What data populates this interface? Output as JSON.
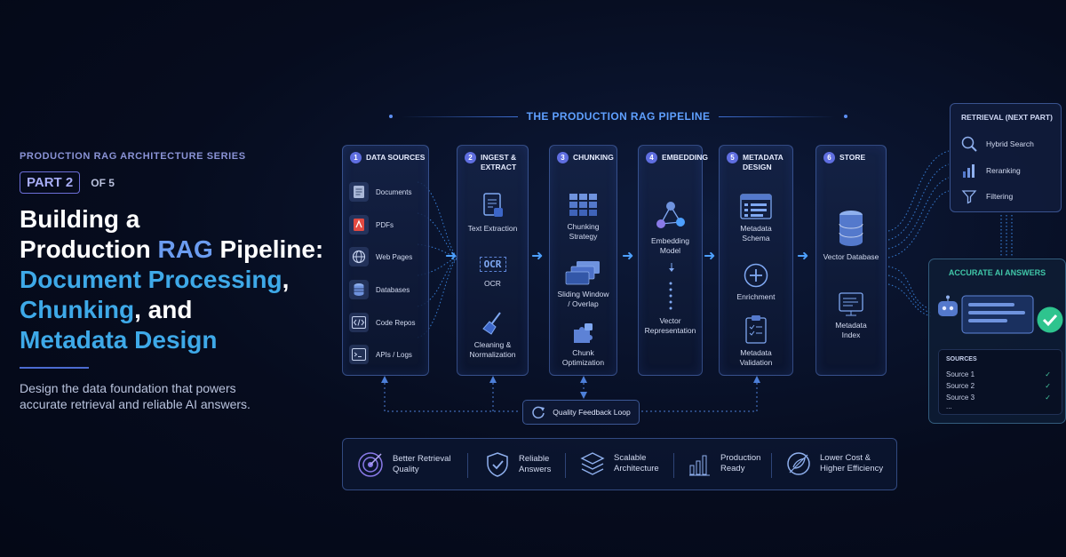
{
  "hero": {
    "series": "PRODUCTION RAG ARCHITECTURE SERIES",
    "part": "PART 2",
    "of": "OF 5",
    "headline_1": "Building a",
    "headline_2a": "Production ",
    "headline_2b": "RAG",
    "headline_2c": " Pipeline:",
    "headline_3": "Document Processing",
    "headline_3b": ",",
    "headline_4a": "Chunking",
    "headline_4b": ", and",
    "headline_5": "Metadata Design",
    "subtitle_1": "Design the data foundation that powers",
    "subtitle_2": "accurate retrieval and reliable AI answers."
  },
  "pipeline": {
    "title": "THE PRODUCTION RAG PIPELINE",
    "stages": [
      {
        "num": "1",
        "title": "DATA SOURCES",
        "items": [
          "Documents",
          "PDFs",
          "Web Pages",
          "Databases",
          "Code Repos",
          "APIs / Logs"
        ]
      },
      {
        "num": "2",
        "title_1": "INGEST &",
        "title_2": "EXTRACT",
        "items": [
          "Text Extraction",
          "OCR",
          "Cleaning &",
          "Normalization"
        ],
        "ocr_glyph": "OCR"
      },
      {
        "num": "3",
        "title": "CHUNKING",
        "items": [
          "Chunking",
          "Strategy",
          "Sliding Window",
          "/ Overlap",
          "Chunk",
          "Optimization"
        ]
      },
      {
        "num": "4",
        "title": "EMBEDDING",
        "items": [
          "Embedding",
          "Model",
          "Vector",
          "Representation"
        ]
      },
      {
        "num": "5",
        "title_1": "METADATA",
        "title_2": "DESIGN",
        "items": [
          "Metadata",
          "Schema",
          "Enrichment",
          "Metadata",
          "Validation"
        ]
      },
      {
        "num": "6",
        "title": "STORE",
        "items": [
          "Vector Database",
          "Metadata",
          "Index"
        ]
      }
    ]
  },
  "retrieval": {
    "title": "RETRIEVAL (NEXT PART)",
    "items": [
      "Hybrid Search",
      "Reranking",
      "Filtering"
    ]
  },
  "answers": {
    "title": "ACCURATE AI ANSWERS",
    "sources_label": "SOURCES",
    "sources": [
      "Source 1",
      "Source 2",
      "Source 3"
    ],
    "more": "...",
    "check": "✓"
  },
  "feedback": {
    "label": "Quality Feedback Loop"
  },
  "benefits": [
    {
      "l1": "Better Retrieval",
      "l2": "Quality"
    },
    {
      "l1": "Reliable",
      "l2": "Answers"
    },
    {
      "l1": "Scalable",
      "l2": "Architecture"
    },
    {
      "l1": "Production",
      "l2": "Ready"
    },
    {
      "l1": "Lower Cost &",
      "l2": "Higher Efficiency"
    }
  ],
  "colors": {
    "accent": "#4da0ff",
    "primary": "#5f6ee0",
    "success": "#2ec48e",
    "bg": "#060c1e"
  }
}
